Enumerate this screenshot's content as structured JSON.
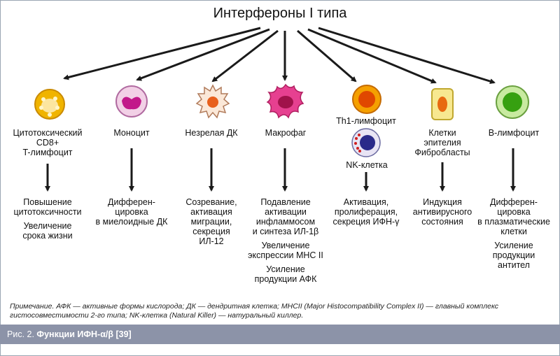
{
  "title": "Интерфероны I типа",
  "colors": {
    "arrow": "#1a1a1a",
    "caption_bg": "#8c93a8"
  },
  "cells": [
    {
      "label": "Цитотоксический\nCD8+\nT-лимфоцит",
      "icon": "cd8-t-lymphocyte-icon"
    },
    {
      "label": "Моноцит",
      "icon": "monocyte-icon"
    },
    {
      "label": "Незрелая ДК",
      "icon": "immature-dc-icon"
    },
    {
      "label": "Макрофаг",
      "icon": "macrophage-icon"
    },
    {
      "label": "Th1-лимфоцит",
      "icon": "th1-lymphocyte-icon",
      "label2": "NK-клетка",
      "icon2": "nk-cell-icon"
    },
    {
      "label": "Клетки\nэпителия\nФибробласты",
      "icon": "epithelial-cell-icon"
    },
    {
      "label": "B-лимфоцит",
      "icon": "b-lymphocyte-icon"
    }
  ],
  "effects": [
    [
      "Повышение\nцитотоксичности",
      "Увеличение\nсрока жизни"
    ],
    [
      "Дифферен-\nцировка\nв миелоидные ДК"
    ],
    [
      "Созревание,\nактивация\nмиграции,\nсекреция\nИЛ-12"
    ],
    [
      "Подавление\nактивации\nинфламмосом\nи синтеза ИЛ-1β",
      "Увеличение\nэкспрессии MHC II",
      "Усиление\nпродукции АФК"
    ],
    [
      "Активация,\nпролиферация,\nсекреция ИФН-γ"
    ],
    [
      "Индукция\nантивирусного\nсостояния"
    ],
    [
      "Дифферен-\nцировка\nв плазматические\nклетки",
      "Усиление\nпродукции\nантител"
    ]
  ],
  "note": "Примечание. АФК — активные формы кислорода; ДК — дендритная клетка; MHCII (Major Histocompatibility Complex II) — главный комплекс гистосовместимости 2-го типа; NK-клетка (Natural Killer) — натуральный киллер.",
  "caption": {
    "prefix": "Рис. 2. ",
    "title": "Функции ИФН-α/β [39]"
  }
}
